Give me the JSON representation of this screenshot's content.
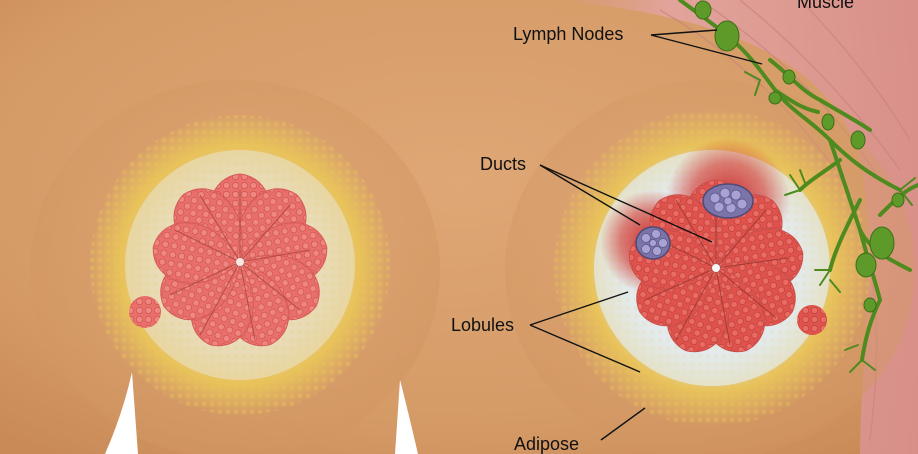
{
  "labels": {
    "muscle": "Muscle",
    "lymph_nodes": "Lymph Nodes",
    "ducts": "Ducts",
    "lobules": "Lobules",
    "adipose": "Adipose"
  },
  "colors": {
    "skin": "#d9a06d",
    "skin_shadow": "#c98a57",
    "adipose": "#e8c25a",
    "lobule": "#e96f6a",
    "lobule_dark": "#c94f4b",
    "tumor": "#8b84b8",
    "inflamed": "#d2332b",
    "lymph": "#4f8a1f",
    "muscle": "#e8a7a3",
    "tissue_halo": "#d8e2e8"
  },
  "icons": [
    "breast-diagram"
  ]
}
